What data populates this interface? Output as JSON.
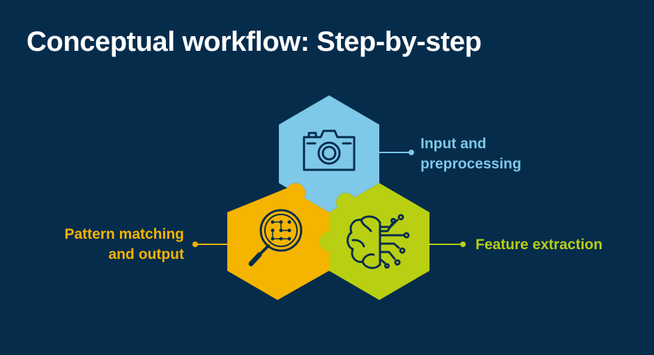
{
  "title": "Conceptual workflow: Step-by-step",
  "steps": [
    {
      "id": "input",
      "label_line1": "Input and",
      "label_line2": "preprocessing",
      "color": "#7ec8e8",
      "icon": "camera-icon"
    },
    {
      "id": "pattern",
      "label_line1": "Pattern matching",
      "label_line2": "and output",
      "color": "#f4b400",
      "icon": "magnifier-grid-icon"
    },
    {
      "id": "feature",
      "label_line1": "Feature extraction",
      "color": "#b8cf12",
      "icon": "brain-circuit-icon"
    }
  ],
  "colors": {
    "background": "#062c4c",
    "icon_stroke": "#062c4c",
    "title": "#ffffff"
  }
}
